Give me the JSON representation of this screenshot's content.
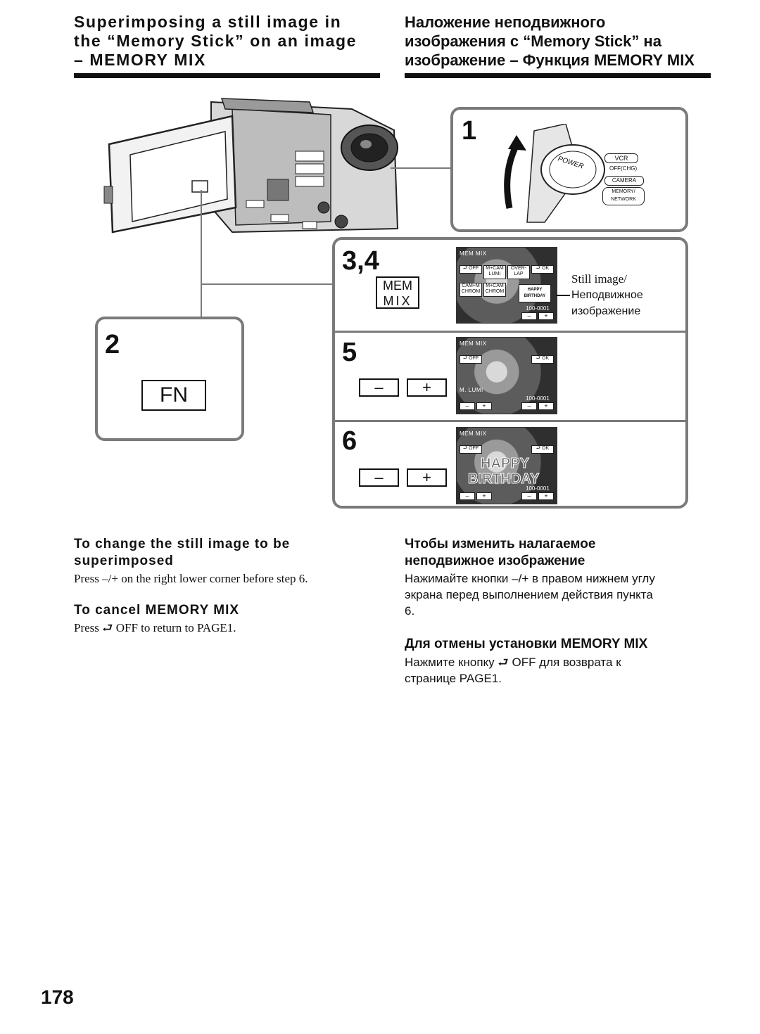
{
  "header": {
    "title_en_line1": "Superimposing a still image in",
    "title_en_line2": "the “Memory Stick” on an image",
    "title_en_line3": "– MEMORY MIX",
    "title_ru_line1": "Наложение неподвижного",
    "title_ru_line2": "изображения с “Memory Stick” на",
    "title_ru_line3": "изображение – Функция MEMORY MIX"
  },
  "steps": {
    "s1": "1",
    "s2": "2",
    "s34": "3,4",
    "s5": "5",
    "s6": "6"
  },
  "buttons": {
    "fn": "FN",
    "mem_mix_line1": "MEM",
    "mem_mix_line2": "MIX",
    "minus": "–",
    "plus": "+"
  },
  "power_switch": {
    "power": "POWER",
    "vcr": "VCR",
    "off_chg": "OFF(CHG)",
    "camera": "CAMERA",
    "memory_network_1": "MEMORY/",
    "memory_network_2": "NETWORK"
  },
  "lcd": {
    "mem_mix": "MEM MIX",
    "off": "OFF",
    "ok": "OK",
    "m_cam_lumi_1": "M+CAM",
    "m_cam_lumi_2": "LUMI",
    "overlap_1": "OVER-",
    "overlap_2": "LAP",
    "cam_m_chrom_1": "CAM+M",
    "cam_m_chrom_2": "CHROM",
    "m_cam_chrom_1": "M+CAM",
    "m_cam_chrom_2": "CHROM",
    "happy": "HAPPY",
    "birthday": "BIRTHDAY",
    "counter": "100-0001",
    "m_lumi": "M. LUMI",
    "minus": "–",
    "plus": "+"
  },
  "callout": {
    "en": "Still image/",
    "ru_1": "Неподвижное",
    "ru_2": "изображение"
  },
  "sections_en": {
    "change_heading_1": "To change the still image to be",
    "change_heading_2": "superimposed",
    "change_body": "Press –/+ on the right lower corner before step 6.",
    "cancel_heading": "To cancel MEMORY MIX",
    "cancel_body_pre": "Press",
    "cancel_body_post": "OFF to return to PAGE1."
  },
  "sections_ru": {
    "change_heading_1": "Чтобы изменить налагаемое",
    "change_heading_2": "неподвижное изображение",
    "change_body_1": "Нажимайте кнопки –/+ в правом нижнем углу",
    "change_body_2": "экрана перед выполнением действия пункта",
    "change_body_3": "6.",
    "cancel_heading": "Для отмены установки MEMORY MIX",
    "cancel_body_pre": "Нажмите кнопку",
    "cancel_body_post": "OFF для возврата к",
    "cancel_body_2": "странице PAGE1."
  },
  "icons": {
    "return": "return-arrow-icon"
  },
  "page_number": "178"
}
